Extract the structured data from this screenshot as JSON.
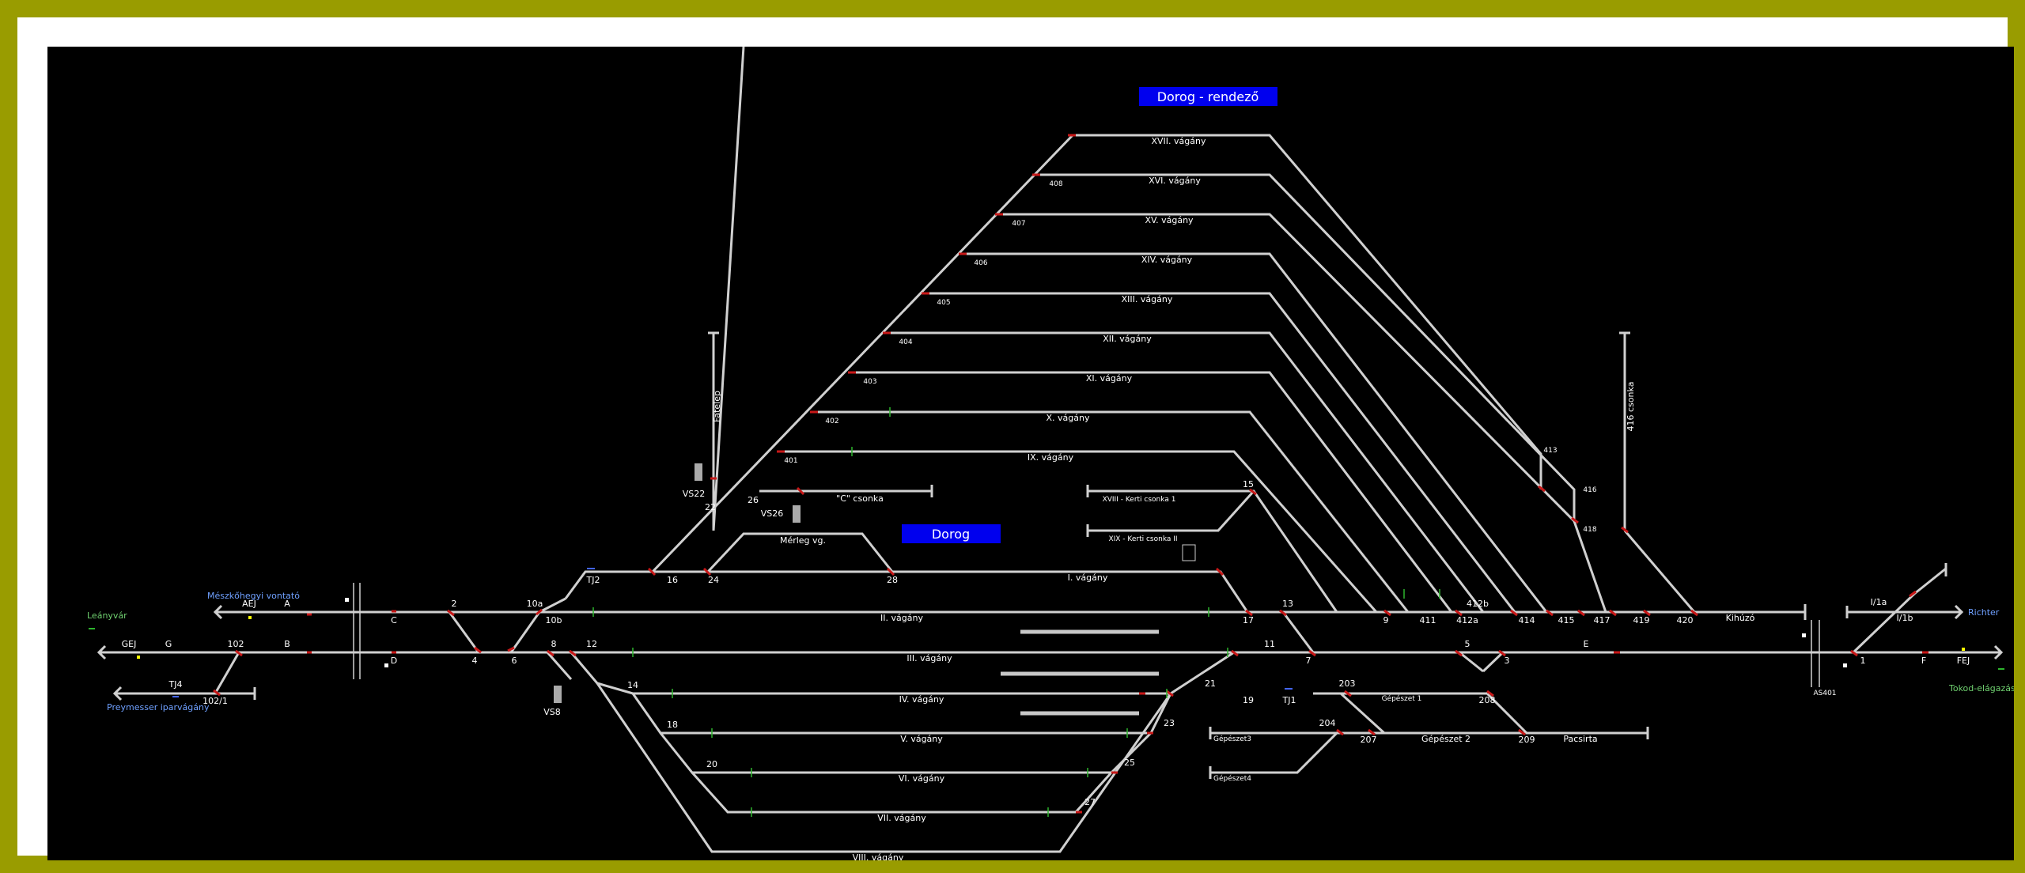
{
  "titles": {
    "main": "Dorog",
    "yard": "Dorog - rendező"
  },
  "colors": {
    "frame": "#999c00",
    "background": "#000000",
    "track": "#d0d0d0",
    "title_box": "#0000ee",
    "switch_marker": "#c81818",
    "insulation_tick": "#2db52d",
    "blue_label": "#6fa0ff",
    "green_label": "#6fd06f"
  },
  "track_labels": {
    "t1": "I. vágány",
    "t2": "II. vágány",
    "t3": "III. vágány",
    "t4": "IV. vágány",
    "t5": "V. vágány",
    "t6": "VI. vágány",
    "t7": "VII. vágány",
    "t8": "VIII. vágány",
    "t9": "IX. vágány",
    "t10": "X. vágány",
    "t11": "XI. vágány",
    "t12": "XII. vágány",
    "t13": "XIII. vágány",
    "t14": "XIV. vágány",
    "t15": "XV. vágány",
    "t16": "XVI. vágány",
    "t17": "XVII. vágány",
    "t18": "XVIII - Kerti csonka 1",
    "t19": "XIX - Kerti csonka II",
    "csonka_c": "\"C\" csonka",
    "merleg": "Mérleg vg.",
    "fatelep": "Fatelep",
    "csonka_416": "416 csonka",
    "kihuzo": "Kihúzó",
    "gepeszet1": "Gépészet 1",
    "gepeszet2": "Gépészet 2",
    "gepeszet3": "Gépészet3",
    "gepeszet4": "Gépészet4",
    "pacsirta": "Pacsirta",
    "i1a": "I/1a",
    "i1b": "I/1b"
  },
  "places": {
    "leanyvar": "Leányvár",
    "meszkohegyi": "Mészkőhegyi vontató",
    "preymesser": "Preymesser iparvágány",
    "richter": "Richter",
    "tokod": "Tokod-elágazás"
  },
  "signals": {
    "gej": "GEJ",
    "g": "G",
    "aej": "AEJ",
    "a": "A",
    "b": "B",
    "c": "C",
    "d": "D",
    "tj2": "TJ2",
    "tj4": "TJ4",
    "tj1": "TJ1",
    "e": "E",
    "f": "F",
    "fej": "FEJ",
    "vs22": "VS22",
    "vs26": "VS26",
    "vs8": "VS8",
    "as401": "AS401"
  },
  "switches": {
    "n2": "2",
    "n4": "4",
    "n6": "6",
    "n8": "8",
    "n10a": "10a",
    "n10b": "10b",
    "n12": "12",
    "n14": "14",
    "n16": "16",
    "n18": "18",
    "n20": "20",
    "n22": "22",
    "n24": "24",
    "n26": "26",
    "n28": "28",
    "n102": "102",
    "n102_1": "102/1",
    "n401": "401",
    "n402": "402",
    "n403": "403",
    "n404": "404",
    "n405": "405",
    "n406": "406",
    "n407": "407",
    "n408": "408",
    "n13": "13",
    "n15": "15",
    "n17": "17",
    "n9": "9",
    "n411": "411",
    "n412a": "412a",
    "n412b": "412b",
    "n414": "414",
    "n415": "415",
    "n417": "417",
    "n419": "419",
    "n420": "420",
    "n413": "413",
    "n416": "416",
    "n418": "418",
    "n11": "11",
    "n7": "7",
    "n5": "5",
    "n3": "3",
    "n1": "1",
    "n21": "21",
    "n19": "19",
    "n23": "23",
    "n25": "25",
    "n27": "27",
    "n203": "203",
    "n204": "204",
    "n207": "207",
    "n208": "208",
    "n209": "209"
  }
}
